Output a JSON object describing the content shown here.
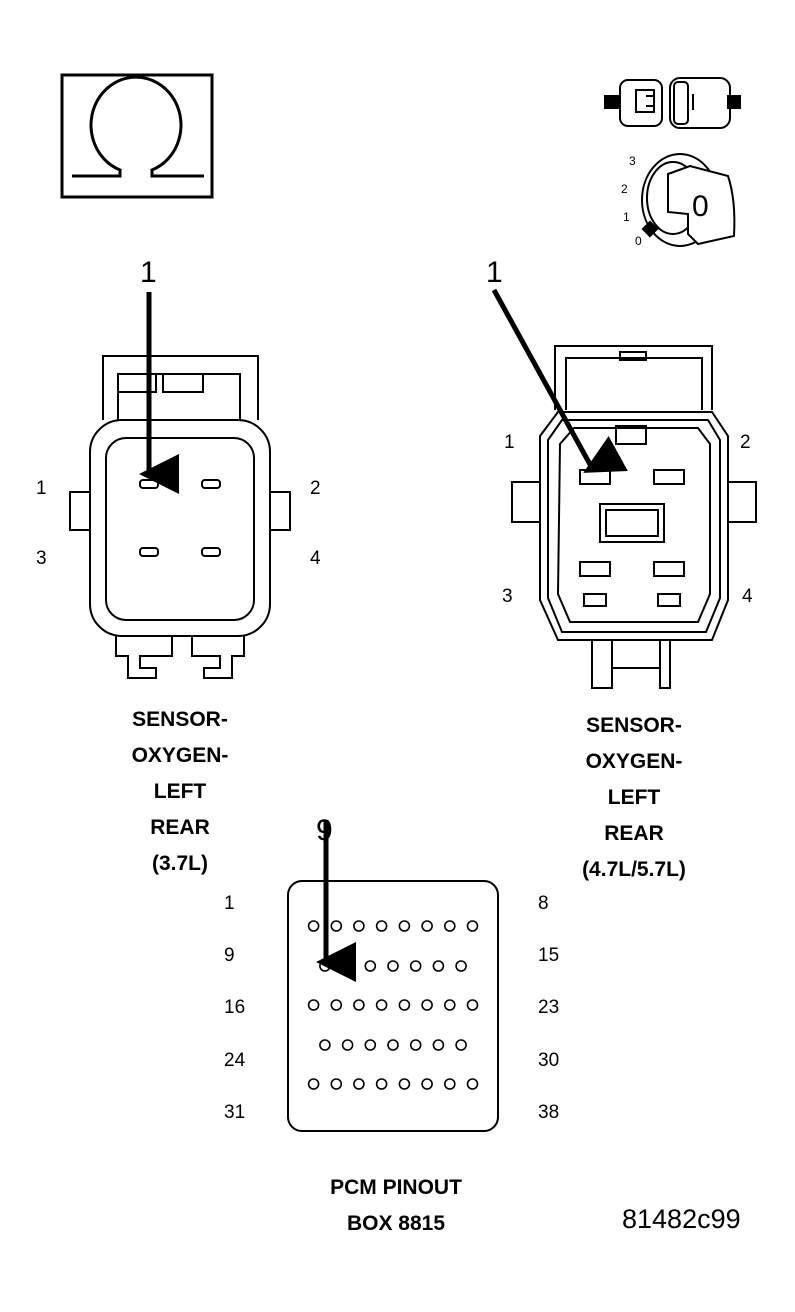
{
  "symbols": {
    "meter_icon": "omega-ohm-icon",
    "connector_icon": "disconnect-connector-icon",
    "ignition_icon": "ignition-key-off-icon",
    "ignition_key_label": "0",
    "ignition_ticks": [
      "3",
      "2",
      "1",
      "0"
    ]
  },
  "left_connector": {
    "callout": "1",
    "pins": [
      "1",
      "2",
      "3",
      "4"
    ],
    "caption": [
      "SENSOR-",
      "OXYGEN-",
      "LEFT",
      "REAR",
      "(3.7L)"
    ]
  },
  "right_connector": {
    "callout": "1",
    "pins": [
      "1",
      "2",
      "3",
      "4"
    ],
    "caption": [
      "SENSOR-",
      "OXYGEN-",
      "LEFT",
      "REAR",
      "(4.7L/5.7L)"
    ]
  },
  "pcm": {
    "callout": "9",
    "left_labels": [
      "1",
      "9",
      "16",
      "24",
      "31"
    ],
    "right_labels": [
      "8",
      "15",
      "23",
      "30",
      "38"
    ],
    "row_pin_counts": [
      8,
      7,
      8,
      7,
      8
    ],
    "caption": [
      "PCM PINOUT",
      "BOX 8815"
    ]
  },
  "figure_id": "81482c99"
}
